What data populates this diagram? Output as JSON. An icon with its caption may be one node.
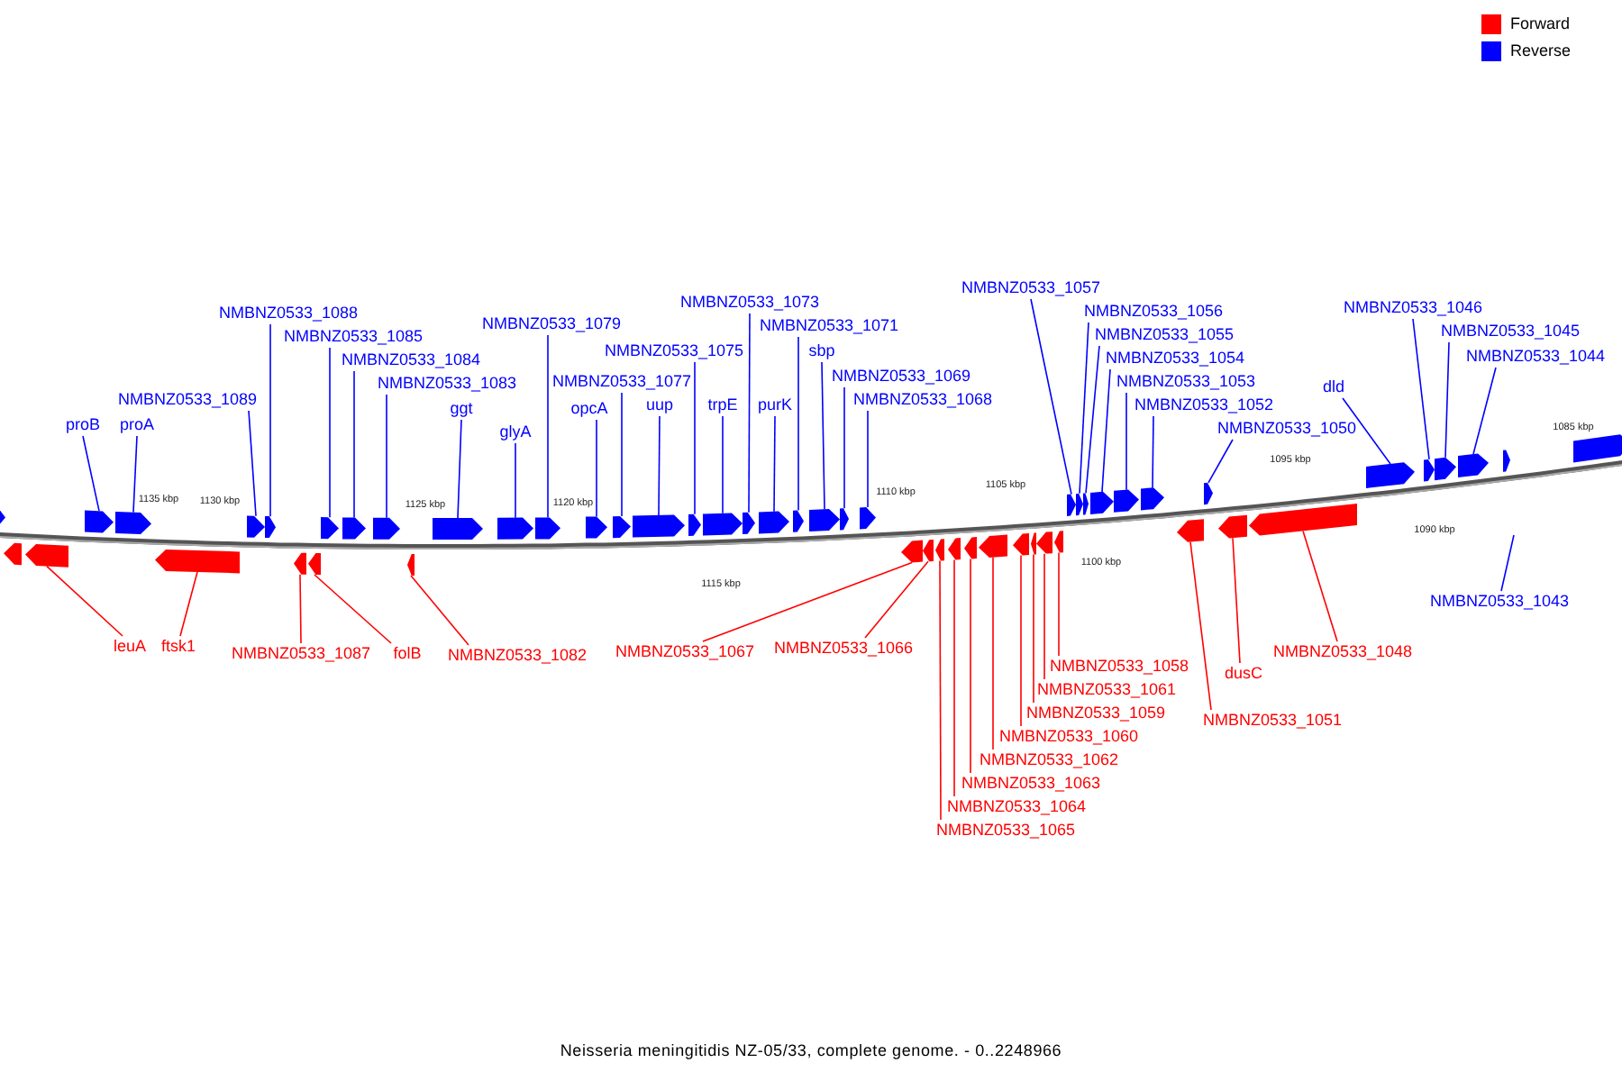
{
  "diagram": {
    "caption": "Neisseria meningitidis NZ-05/33, complete genome. - 0..2248966",
    "nodes": [
      {
        "text": [
          "proB"
        ]
      },
      {
        "text": [],
        "shape": "pentagon"
      },
      {
        "text": [
          "proA"
        ]
      },
      {
        "text": [],
        "shape": "pentagon"
      },
      {
        "text": [
          "NMBNZ0533_1089"
        ]
      },
      {
        "text": [],
        "shape": "pentagon"
      },
      {
        "text": [
          "NMBNZ0533_1088"
        ]
      },
      {
        "text": [],
        "shape": "pentagon"
      },
      {
        "text": [
          "NMBNZ0533_1085"
        ]
      },
      {
        "text": [],
        "shape": "pentagon"
      },
      {
        "text": [
          "NMBNZ0533_1084"
        ]
      },
      {
        "text": [],
        "shape": "pentagon"
      },
      {
        "text": [
          "NMBNZ0533_1083"
        ]
      },
      {
        "text": [],
        "shape": "pentagon"
      },
      {
        "text": [
          "ggt"
        ]
      },
      {
        "text": [],
        "shape": "pentagon"
      },
      {
        "text": [
          "glyA"
        ]
      },
      {
        "text": [],
        "shape": "pentagon"
      },
      {
        "text": [
          "NMBNZ0533_1079"
        ]
      },
      {
        "text": [],
        "shape": "pentagon"
      },
      {
        "text": [
          "opcA"
        ]
      },
      {
        "text": [],
        "shape": "pentagon"
      },
      {
        "text": [
          "NMBNZ0533_1077"
        ]
      },
      {
        "text": [],
        "shape": "pentagon"
      },
      {
        "text": [
          "uup"
        ]
      },
      {
        "text": [],
        "shape": "pentagon"
      },
      {
        "text": [
          "NMBNZ0533_1075"
        ]
      },
      {
        "text": [],
        "shape": "pentagon"
      },
      {
        "text": [
          "trpE"
        ]
      },
      {
        "text": [],
        "shape": "pentagon"
      },
      {
        "text": [
          "NMBNZ0533_1073"
        ]
      },
      {
        "text": [],
        "shape": "pentagon"
      },
      {
        "text": [
          "purK"
        ]
      },
      {
        "text": [],
        "shape": "pentagon"
      },
      {
        "text": [
          "NMBNZ0533_1071"
        ]
      },
      {
        "text": [],
        "shape": "pentagon"
      },
      {
        "text": [
          "sbp"
        ]
      },
      {
        "text": [],
        "shape": "pentagon"
      },
      {
        "text": [
          "NMBNZ0533_1069"
        ]
      },
      {
        "text": [],
        "shape": "pentagon"
      },
      {
        "text": [
          "NMBNZ0533_1068"
        ]
      },
      {
        "text": [],
        "shape": "pentagon"
      },
      {
        "text": [
          "NMBNZ0533_1057"
        ]
      },
      {
        "text": [],
        "shape": "pentagon"
      },
      {
        "text": [
          "NMBNZ0533_1056"
        ]
      },
      {
        "text": [],
        "shape": "pentagon"
      },
      {
        "text": [
          "NMBNZ0533_1055"
        ]
      },
      {
        "text": [],
        "shape": "pentagon"
      },
      {
        "text": [
          "NMBNZ0533_1054"
        ]
      },
      {
        "text": [],
        "shape": "pentagon"
      },
      {
        "text": [
          "NMBNZ0533_1053"
        ]
      },
      {
        "text": [],
        "shape": "pentagon"
      },
      {
        "text": [
          "NMBNZ0533_1052"
        ]
      },
      {
        "text": [],
        "shape": "pentagon"
      },
      {
        "text": [
          "NMBNZ0533_1050"
        ]
      },
      {
        "text": [],
        "shape": "pentagon"
      },
      {
        "text": [
          "dld"
        ]
      },
      {
        "text": [],
        "shape": "pentagon"
      },
      {
        "text": [
          "NMBNZ0533_1046"
        ]
      },
      {
        "text": [],
        "shape": "pentagon"
      },
      {
        "text": [
          "NMBNZ0533_1045"
        ]
      },
      {
        "text": [],
        "shape": "pentagon"
      },
      {
        "text": [
          "NMBNZ0533_1044"
        ]
      },
      {
        "text": [],
        "shape": "pentagon"
      },
      {
        "text": [
          "leuA"
        ]
      },
      {
        "text": [],
        "shape": "pentagon"
      },
      {
        "text": [
          "ftsk1"
        ]
      },
      {
        "text": [],
        "shape": "pentagon"
      },
      {
        "text": [
          "NMBNZ0533_1087"
        ]
      },
      {
        "text": [],
        "shape": "pentagon"
      },
      {
        "text": [
          "folB"
        ]
      },
      {
        "text": [],
        "shape": "pentagon"
      },
      {
        "text": [
          "NMBNZ0533_1082"
        ]
      },
      {
        "text": [],
        "shape": "pentagon"
      },
      {
        "text": [
          "NMBNZ0533_1067"
        ]
      },
      {
        "text": [],
        "shape": "pentagon"
      },
      {
        "text": [
          "NMBNZ0533_1066"
        ]
      },
      {
        "text": [],
        "shape": "pentagon"
      },
      {
        "text": [
          "NMBNZ0533_1065"
        ]
      },
      {
        "text": [],
        "shape": "pentagon"
      },
      {
        "text": [
          "NMBNZ0533_1064"
        ]
      },
      {
        "text": [],
        "shape": "pentagon"
      },
      {
        "text": [
          "NMBNZ0533_1063"
        ]
      },
      {
        "text": [],
        "shape": "pentagon"
      },
      {
        "text": [
          "NMBNZ0533_1062"
        ]
      },
      {
        "text": [],
        "shape": "pentagon"
      },
      {
        "text": [
          "NMBNZ0533_1060"
        ]
      },
      {
        "text": [],
        "shape": "pentagon"
      },
      {
        "text": [
          "NMBNZ0533_1059"
        ]
      },
      {
        "text": [],
        "shape": "pentagon"
      },
      {
        "text": [
          "NMBNZ0533_1061"
        ]
      },
      {
        "text": [],
        "shape": "pentagon"
      },
      {
        "text": [
          "NMBNZ0533_1058"
        ]
      },
      {
        "text": [],
        "shape": "pentagon"
      },
      {
        "text": [
          "NMBNZ0533_1051"
        ]
      },
      {
        "text": [],
        "shape": "pentagon"
      },
      {
        "text": [
          "dusC"
        ]
      },
      {
        "text": [],
        "shape": "pentagon"
      },
      {
        "text": [
          "NMBNZ0533_1048"
        ]
      },
      {
        "text": [],
        "shape": "pentagon"
      },
      {
        "text": [
          "NMBNZ0533_1043"
        ]
      },
      {
        "text": [],
        "shape": "pentagon"
      },
      {
        "text": [],
        "shape": "pentagon"
      },
      {
        "text": [],
        "shape": "pentagon"
      },
      {
        "text": [],
        "shape": "pentagon"
      }
    ],
    "edges": [
      {
        "from": 0,
        "to": 1,
        "arrow": "none"
      },
      {
        "from": 2,
        "to": 3,
        "arrow": "none"
      },
      {
        "from": 4,
        "to": 5,
        "arrow": "none"
      },
      {
        "from": 6,
        "to": 7,
        "arrow": "none"
      },
      {
        "from": 8,
        "to": 9,
        "arrow": "none"
      },
      {
        "from": 10,
        "to": 11,
        "arrow": "none"
      },
      {
        "from": 12,
        "to": 13,
        "arrow": "none"
      },
      {
        "from": 14,
        "to": 15,
        "arrow": "none"
      },
      {
        "from": 16,
        "to": 17,
        "arrow": "none"
      },
      {
        "from": 18,
        "to": 19,
        "arrow": "none"
      },
      {
        "from": 20,
        "to": 21,
        "arrow": "none"
      },
      {
        "from": 22,
        "to": 23,
        "arrow": "none"
      },
      {
        "from": 24,
        "to": 25,
        "arrow": "none"
      },
      {
        "from": 26,
        "to": 27,
        "arrow": "none"
      },
      {
        "from": 28,
        "to": 29,
        "arrow": "none"
      },
      {
        "from": 30,
        "to": 31,
        "arrow": "none"
      },
      {
        "from": 32,
        "to": 33,
        "arrow": "none"
      },
      {
        "from": 34,
        "to": 35,
        "arrow": "none"
      },
      {
        "from": 36,
        "to": 37,
        "arrow": "none"
      },
      {
        "from": 38,
        "to": 39,
        "arrow": "none"
      },
      {
        "from": 40,
        "to": 41,
        "arrow": "none"
      },
      {
        "from": 42,
        "to": 43,
        "arrow": "none"
      },
      {
        "from": 44,
        "to": 45,
        "arrow": "none"
      },
      {
        "from": 46,
        "to": 47,
        "arrow": "none"
      },
      {
        "from": 48,
        "to": 49,
        "arrow": "none"
      },
      {
        "from": 50,
        "to": 51,
        "arrow": "none"
      },
      {
        "from": 52,
        "to": 53,
        "arrow": "none"
      },
      {
        "from": 54,
        "to": 55,
        "arrow": "none"
      },
      {
        "from": 56,
        "to": 57,
        "arrow": "none"
      },
      {
        "from": 58,
        "to": 59,
        "arrow": "none"
      },
      {
        "from": 60,
        "to": 61,
        "arrow": "none"
      },
      {
        "from": 62,
        "to": 63,
        "arrow": "none"
      },
      {
        "from": 64,
        "to": 65,
        "arrow": "none",
        "color": "#ff0000"
      },
      {
        "from": 66,
        "to": 67,
        "arrow": "none",
        "color": "#ff0000"
      },
      {
        "from": 68,
        "to": 69,
        "arrow": "none",
        "color": "#ff0000"
      },
      {
        "from": 70,
        "to": 71,
        "arrow": "none",
        "color": "#ff0000"
      },
      {
        "from": 72,
        "to": 73,
        "arrow": "none",
        "color": "#ff0000"
      },
      {
        "from": 74,
        "to": 75,
        "arrow": "none",
        "color": "#ff0000"
      },
      {
        "from": 76,
        "to": 77,
        "arrow": "none",
        "color": "#ff0000"
      },
      {
        "from": 78,
        "to": 79,
        "arrow": "none",
        "color": "#ff0000"
      },
      {
        "from": 80,
        "to": 81,
        "arrow": "none",
        "color": "#ff0000"
      },
      {
        "from": 82,
        "to": 83,
        "arrow": "none",
        "color": "#ff0000"
      },
      {
        "from": 84,
        "to": 85,
        "arrow": "none",
        "color": "#ff0000"
      },
      {
        "from": 86,
        "to": 87,
        "arrow": "none",
        "color": "#ff0000"
      },
      {
        "from": 88,
        "to": 89,
        "arrow": "none",
        "color": "#ff0000"
      },
      {
        "from": 90,
        "to": 91,
        "arrow": "none",
        "color": "#ff0000"
      },
      {
        "from": 92,
        "to": 93,
        "arrow": "none",
        "color": "#ff0000"
      },
      {
        "from": 94,
        "to": 95,
        "arrow": "none",
        "color": "#ff0000"
      },
      {
        "from": 96,
        "to": 97,
        "arrow": "none",
        "color": "#ff0000"
      },
      {
        "from": 98,
        "to": 99,
        "arrow": "none",
        "color": "#ff0000"
      },
      {
        "from": 100,
        "to": null,
        "arrow": "none"
      }
    ],
    "labels": [
      "1135 kbp",
      "1130 kbp",
      "1125 kbp",
      "1120 kbp",
      "1115 kbp",
      "1110 kbp",
      "1105 kbp",
      "1100 kbp",
      "1095 kbp",
      "1090 kbp",
      "1085 kbp"
    ],
    "legend": [
      {
        "text": "Forward",
        "color": "#ff0000"
      },
      {
        "text": "Reverse",
        "color": "#0000ff"
      }
    ]
  }
}
